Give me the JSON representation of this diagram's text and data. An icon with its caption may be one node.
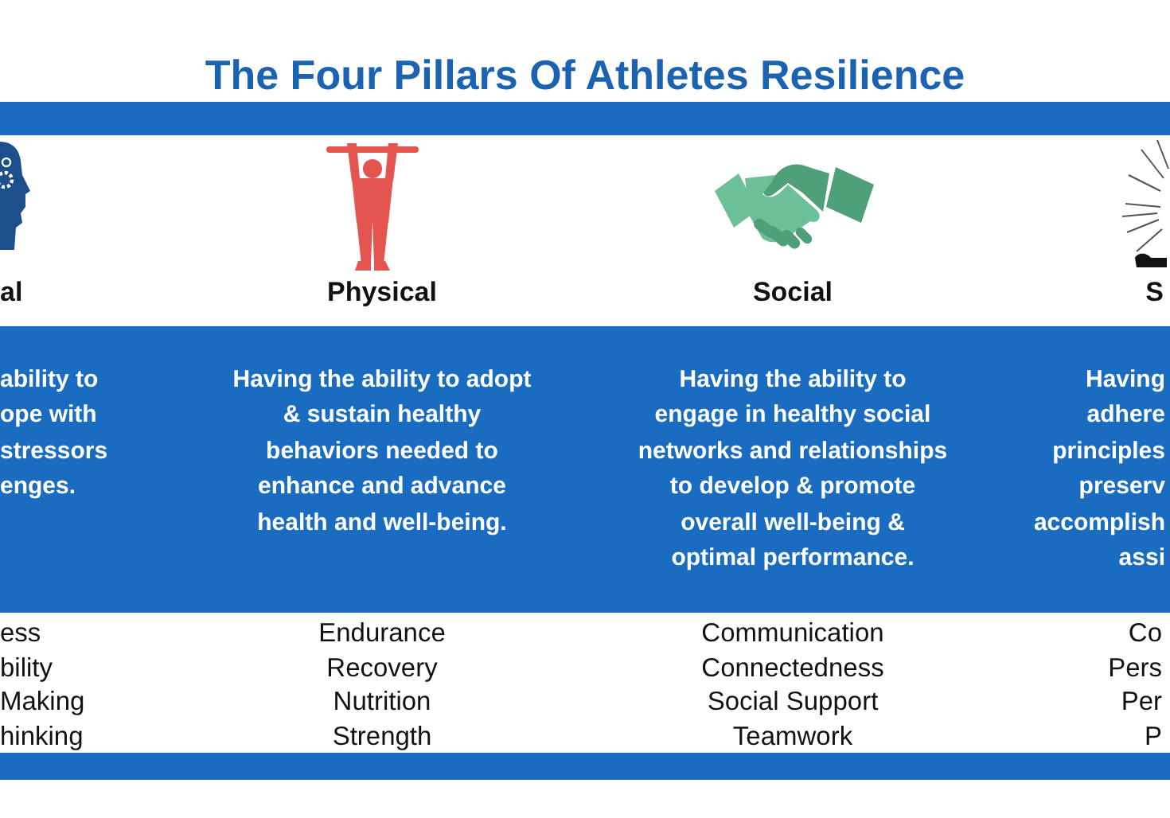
{
  "diagram": {
    "title": "The Four Pillars Of Athletes Resilience",
    "nodes": [
      {
        "text": [
          "ability to ope with stressors enges.",
          "Having the ability to adopt & sustain healthy behaviors needed to enhance and advance health and well-being.",
          "Having the ability to engage in healthy social networks and relationships to develop & promote overall well-being & optimal performance.",
          "Having adhere principles preserv accomplish assi"
        ]
      }
    ],
    "labels": [
      "al",
      "Physical",
      "Social",
      "S",
      "ess",
      "Endurance",
      "Communication",
      "Co",
      "bility",
      "Recovery",
      "Connectedness",
      "Pers",
      "Making",
      "Nutrition",
      "Social Support",
      "Per",
      "hinking",
      "Strength",
      "Teamwork",
      "P"
    ]
  }
}
